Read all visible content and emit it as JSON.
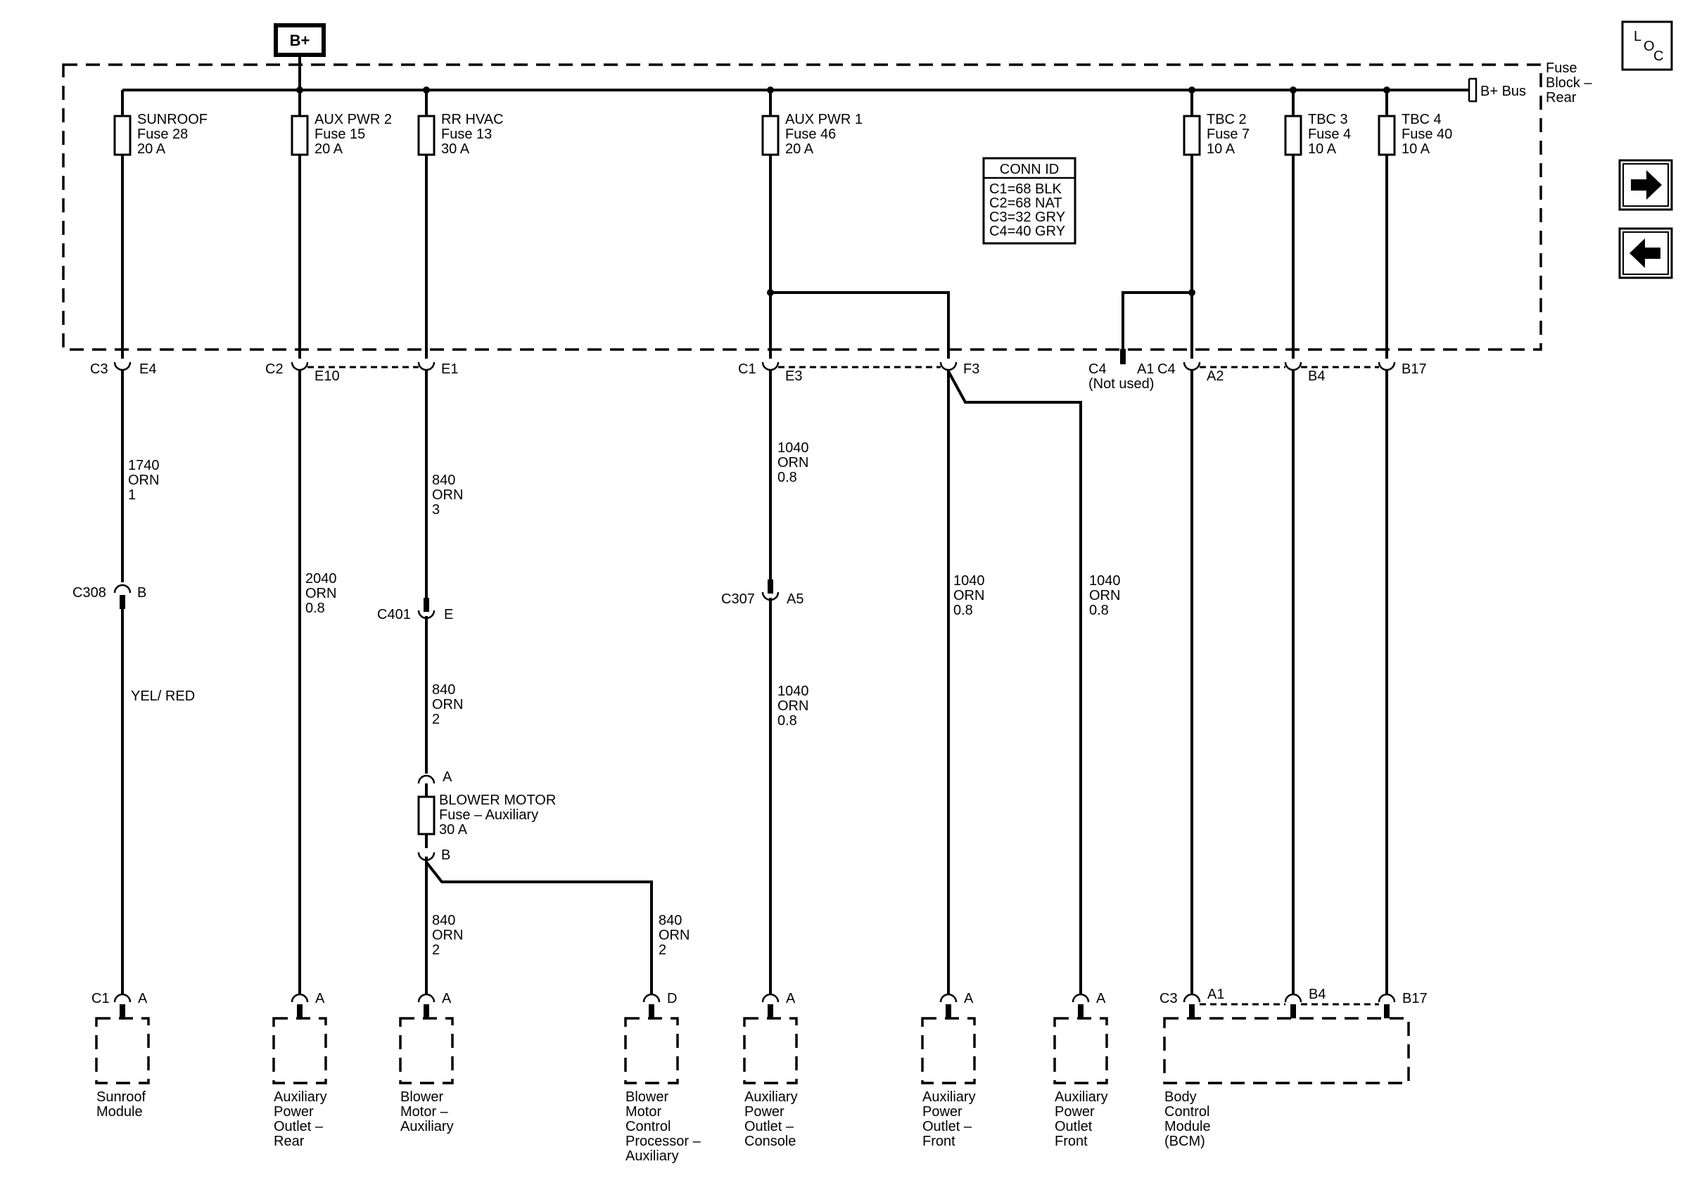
{
  "source": "B+",
  "fuse_block": {
    "line1": "Fuse",
    "line2": "Block –",
    "line3": "Rear"
  },
  "bus_label": "B+ Bus",
  "nav": {
    "loc_l": "L",
    "loc_o": "O",
    "loc_c": "C",
    "next_icon": "arrow-right-icon",
    "prev_icon": "arrow-left-icon"
  },
  "conn_id": {
    "title": "CONN ID",
    "rows": [
      "C1=68 BLK",
      "C2=68 NAT",
      "C3=32 GRY",
      "C4=40 GRY"
    ]
  },
  "fuses": [
    {
      "name": "SUNROOF",
      "fuse": "Fuse 28",
      "amps": "20 A"
    },
    {
      "name": "AUX PWR 2",
      "fuse": "Fuse 15",
      "amps": "20 A"
    },
    {
      "name": "RR HVAC",
      "fuse": "Fuse 13",
      "amps": "30 A"
    },
    {
      "name": "AUX PWR 1",
      "fuse": "Fuse 46",
      "amps": "20 A"
    },
    {
      "name": "TBC 2",
      "fuse": "Fuse 7",
      "amps": "10 A"
    },
    {
      "name": "TBC 3",
      "fuse": "Fuse 4",
      "amps": "10 A"
    },
    {
      "name": "TBC 4",
      "fuse": "Fuse 40",
      "amps": "10 A"
    }
  ],
  "connectors": {
    "c3": "C3",
    "e4": "E4",
    "c2": "C2",
    "e10": "E10",
    "e1": "E1",
    "c1": "C1",
    "e3": "E3",
    "f3": "F3",
    "c4": "C4",
    "not_used": "(Not used)",
    "a1": "A1",
    "c4b": "C4",
    "a2": "A2",
    "b4": "B4",
    "b17": "B17",
    "c308": "C308",
    "b": "B",
    "c401": "C401",
    "e": "E",
    "c307": "C307",
    "a5": "A5",
    "bm_a": "A",
    "bm_b": "B"
  },
  "blower_fuse": {
    "name": "BLOWER MOTOR",
    "sub": "Fuse – Auxiliary",
    "amps": "30 A"
  },
  "wires": {
    "w1740": [
      "1740",
      "ORN",
      "1"
    ],
    "yelred": "YEL/ RED",
    "w2040": [
      "2040",
      "ORN",
      "0.8"
    ],
    "w840a": [
      "840",
      "ORN",
      "3"
    ],
    "w840b": [
      "840",
      "ORN",
      "2"
    ],
    "w840c": [
      "840",
      "ORN",
      "2"
    ],
    "w840d": [
      "840",
      "ORN",
      "2"
    ],
    "w1040a": [
      "1040",
      "ORN",
      "0.8"
    ],
    "w1040b": [
      "1040",
      "ORN",
      "0.8"
    ],
    "w1040c": [
      "1040",
      "ORN",
      "0.8"
    ],
    "w1040d": [
      "1040",
      "ORN",
      "0.8"
    ]
  },
  "components": [
    {
      "pin_conn": "C1",
      "pin": "A",
      "label": [
        "Sunroof",
        "Module"
      ]
    },
    {
      "pin": "A",
      "label": [
        "Auxiliary",
        "Power",
        "Outlet –",
        "Rear"
      ]
    },
    {
      "pin": "A",
      "label": [
        "Blower",
        "Motor –",
        "Auxiliary"
      ]
    },
    {
      "pin": "D",
      "label": [
        "Blower",
        "Motor",
        "Control",
        "Processor –",
        "Auxiliary"
      ]
    },
    {
      "pin": "A",
      "label": [
        "Auxiliary",
        "Power",
        "Outlet –",
        "Console"
      ]
    },
    {
      "pin": "A",
      "label": [
        "Auxiliary",
        "Power",
        "Outlet –",
        "Front"
      ]
    },
    {
      "pin": "A",
      "label": [
        "Auxiliary",
        "Power",
        "Outlet",
        "Front"
      ]
    }
  ],
  "bcm": {
    "conn": "C3",
    "pins": [
      "A1",
      "B4",
      "B17"
    ],
    "label": [
      "Body",
      "Control",
      "Module",
      "(BCM)"
    ]
  }
}
